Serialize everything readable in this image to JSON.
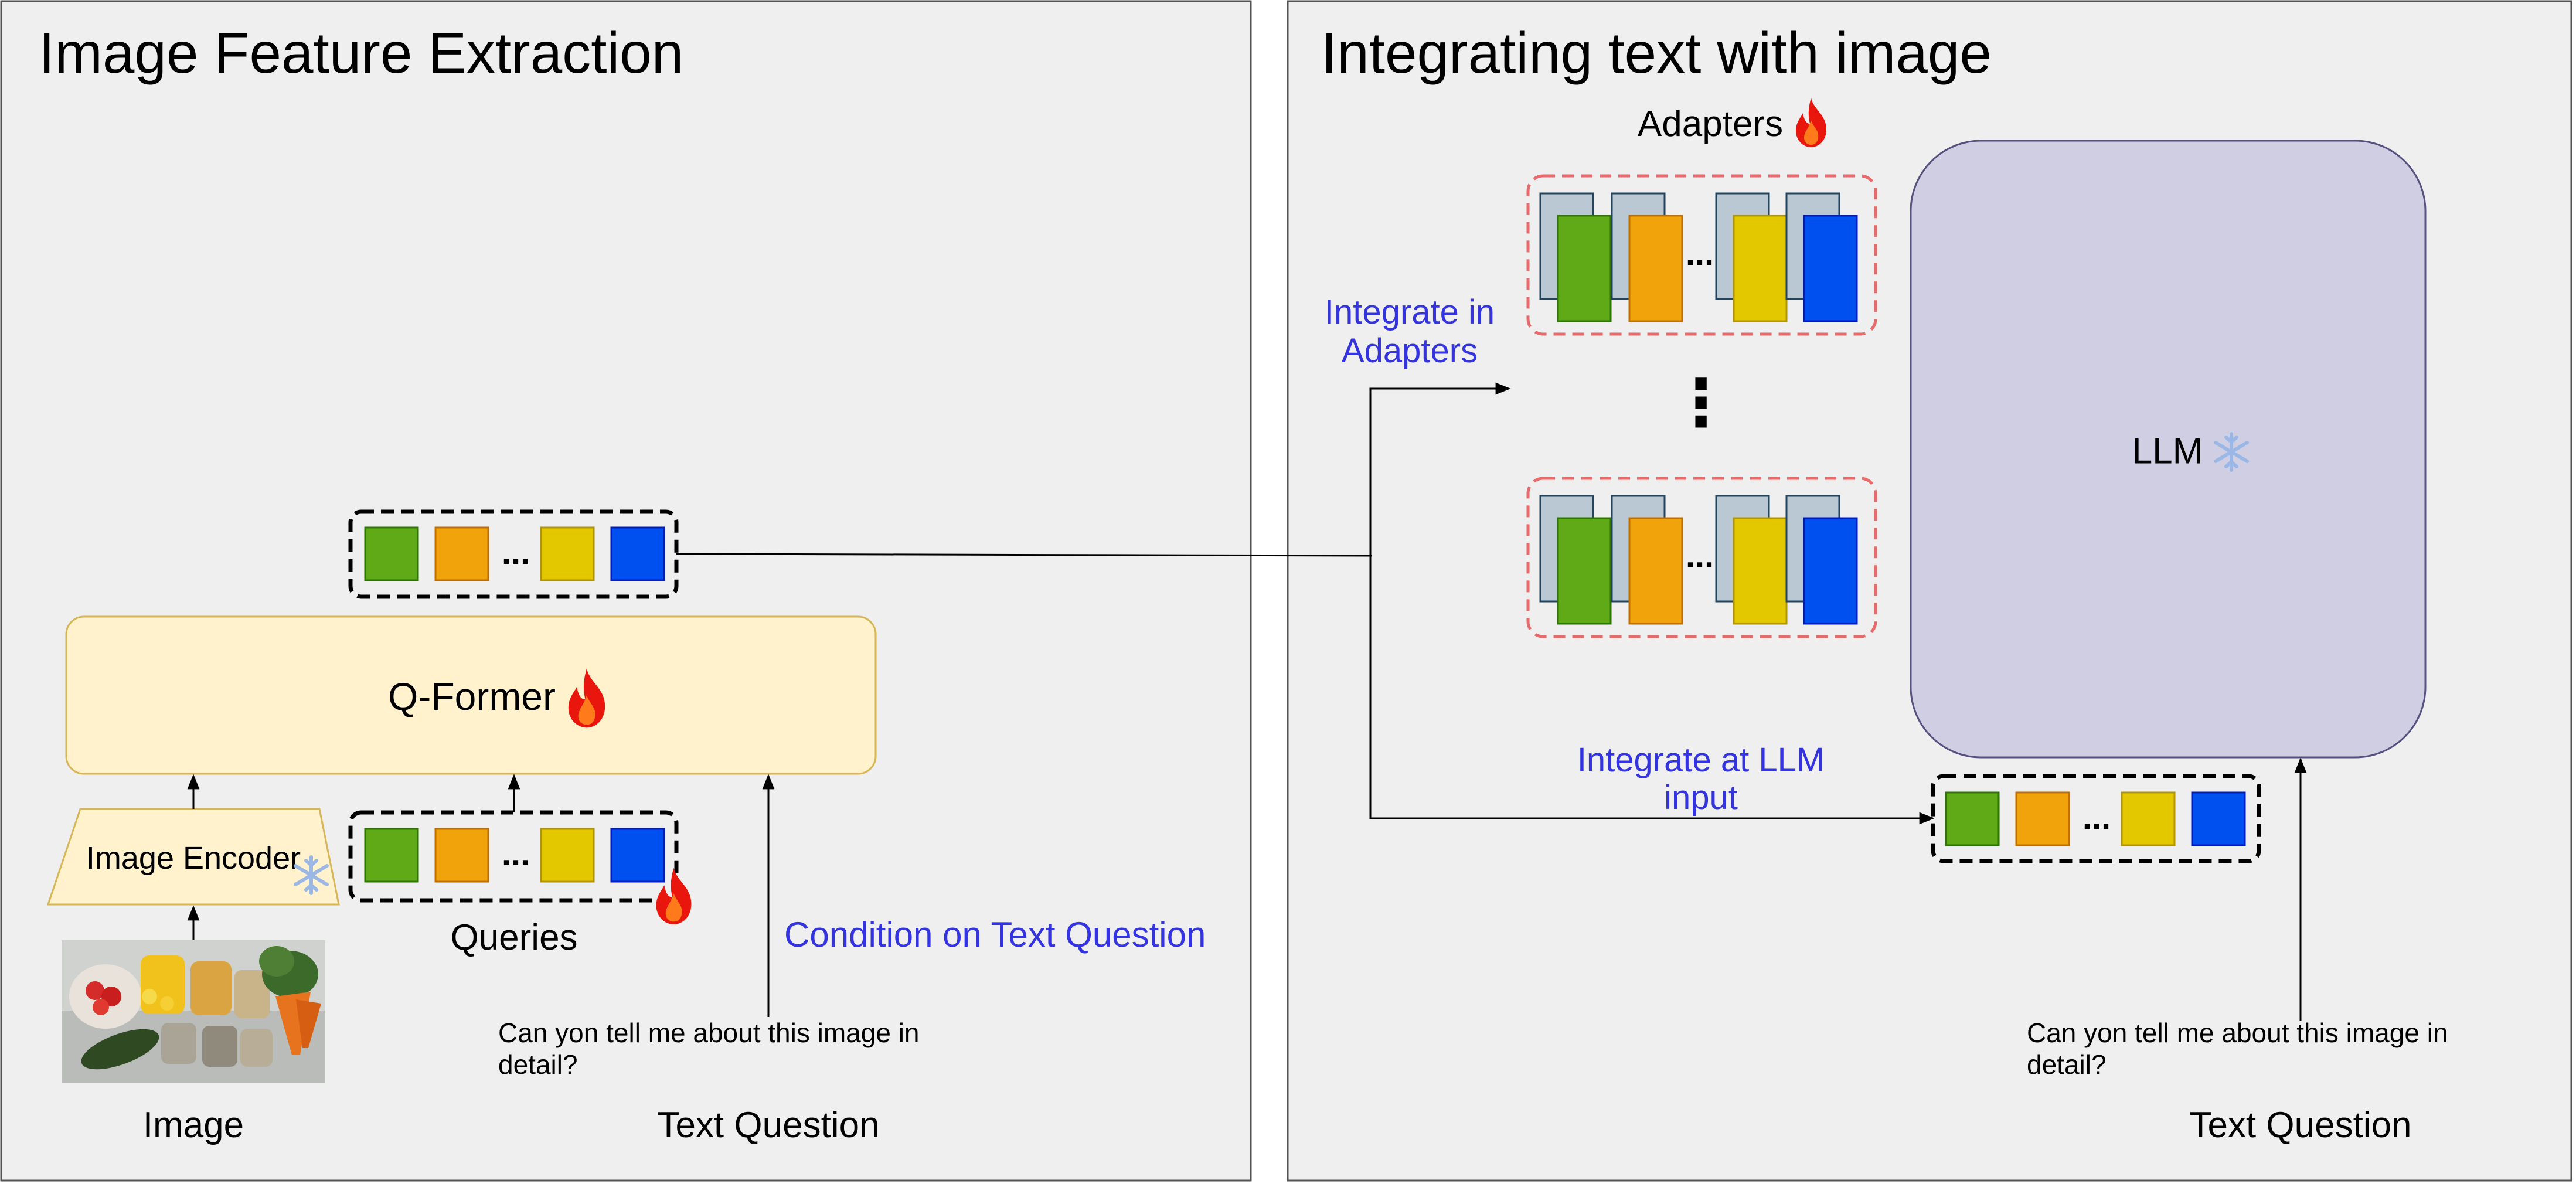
{
  "left_panel": {
    "title": "Image Feature Extraction",
    "qformer_label": "Q-Former",
    "image_encoder_label": "Image Encoder",
    "queries_label": "Queries",
    "image_label": "Image",
    "text_question_label": "Text Question",
    "question_text_line1": "Can yon tell me about this image in",
    "question_text_line2": "detail?",
    "condition_label": "Condition on Text Question"
  },
  "right_panel": {
    "title": "Integrating text with image",
    "adapters_label": "Adapters",
    "integrate_adapters_line1": "Integrate in",
    "integrate_adapters_line2": "Adapters",
    "integrate_llm_line1": "Integrate at LLM",
    "integrate_llm_line2": "input",
    "llm_label": "LLM",
    "question_text_line1": "Can yon tell me about this image in",
    "question_text_line2": "detail?",
    "text_question_label": "Text Question"
  },
  "ellipsis": "...",
  "vertical_ellipsis": "⋮",
  "colors": {
    "panel_bg": "#efefef",
    "qformer_fill": "#fff2cc",
    "llm_fill": "#d0cee2",
    "token_green": "#60a917",
    "token_orange": "#f0a30a",
    "token_yellow": "#e3c800",
    "token_blue": "#0050ef",
    "annotation_blue": "#3333e0",
    "adapter_border": "#e86a6a"
  },
  "icons": {
    "trainable": "fire-icon",
    "frozen": "snowflake-icon"
  }
}
